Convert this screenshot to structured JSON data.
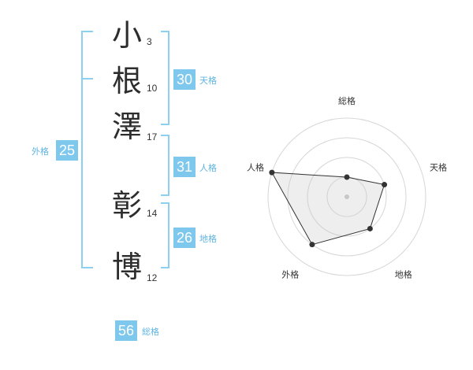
{
  "name": {
    "chars": [
      {
        "char": "小",
        "strokes": "3"
      },
      {
        "char": "根",
        "strokes": "10"
      },
      {
        "char": "澤",
        "strokes": "17"
      },
      {
        "char": "彰",
        "strokes": "14"
      },
      {
        "char": "博",
        "strokes": "12"
      }
    ]
  },
  "fortunes": {
    "ten": {
      "value": "30",
      "label": "天格"
    },
    "jin": {
      "value": "31",
      "label": "人格"
    },
    "chi": {
      "value": "26",
      "label": "地格"
    },
    "gai": {
      "value": "25",
      "label": "外格"
    },
    "sou": {
      "value": "56",
      "label": "総格"
    }
  },
  "colors": {
    "accent": "#7ec8ee",
    "label": "#5fb4e2",
    "bracket": "#8ccff0"
  },
  "chart_data": {
    "type": "radar",
    "axes": [
      "総格",
      "天格",
      "地格",
      "外格",
      "人格"
    ],
    "max": 4,
    "rings": 4,
    "values": [
      1,
      2,
      2,
      3,
      4
    ]
  }
}
